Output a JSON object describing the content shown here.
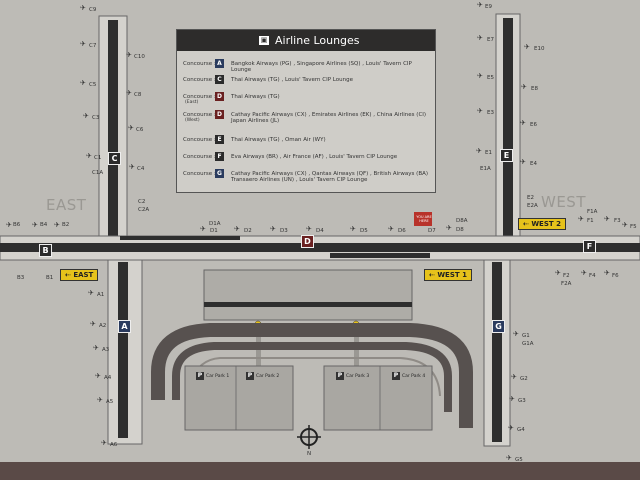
{
  "panel": {
    "title": "Airline Lounges",
    "prefix": "Concourse :",
    "rows": [
      {
        "letter": "A",
        "sub": "",
        "text": "Bangkok Airways (PG) , Singapore Airlines (SQ) , Louis' Tavern CIP Lounge"
      },
      {
        "letter": "C",
        "sub": "",
        "text": "Thai Airways (TG) , Louis' Tavern CIP Lounge"
      },
      {
        "letter": "D",
        "sub": "(East)",
        "text": "Thai Airways (TG)"
      },
      {
        "letter": "D",
        "sub": "(West)",
        "text": "Cathay Pacific Airways (CX) , Emirates Airlines (EK) , China Airlines (CI) Japan Airlines (JL)"
      },
      {
        "letter": "E",
        "sub": "",
        "text": "Thai Airways (TG) , Oman Air (WY)"
      },
      {
        "letter": "F",
        "sub": "",
        "text": "Eva Airways (BR) , Air France (AF) , Louis' Tavern CIP Lounge"
      },
      {
        "letter": "G",
        "sub": "",
        "text": "Cathay Pacific Airways (CX) , Qantas Airways (QF) , British Airways (BA) Transaero Airlines (UN) , Louis' Tavern CIP Lounge"
      }
    ]
  },
  "map": {
    "east": "EAST",
    "west": "WEST",
    "compass": "N",
    "you_are_here": "YOU ARE HERE",
    "signs": {
      "east": "EAST",
      "west1": "WEST 1",
      "west2": "WEST 2"
    },
    "concourses": {
      "a": "A",
      "b": "B",
      "c": "C",
      "d": "D",
      "e": "E",
      "f": "F",
      "g": "G"
    },
    "parking": [
      {
        "letter": "P",
        "text": "Car Park 1"
      },
      {
        "letter": "P",
        "text": "Car Park 2"
      },
      {
        "letter": "P",
        "text": "Car Park 3"
      },
      {
        "letter": "P",
        "text": "Car Park 4"
      }
    ]
  },
  "gates": {
    "c": [
      "C9",
      "C7",
      "C10",
      "C5",
      "C8",
      "C3",
      "C6",
      "C1",
      "C4",
      "C1A",
      "C2",
      "C2A"
    ],
    "b": [
      "B6",
      "B4",
      "B2",
      "B3",
      "B1"
    ],
    "a": [
      "A1",
      "A2",
      "A3",
      "A4",
      "A5",
      "A6"
    ],
    "d": [
      "D1A",
      "D1",
      "D2",
      "D3",
      "D4",
      "D5",
      "D6",
      "D7",
      "D8A",
      "D8"
    ],
    "e": [
      "E9",
      "E7",
      "E10",
      "E5",
      "E8",
      "E3",
      "E6",
      "E1",
      "E4",
      "E1A",
      "E2",
      "E2A"
    ],
    "f": [
      "F1A",
      "F1",
      "F3",
      "F5",
      "F2",
      "F4",
      "F6",
      "F2A"
    ],
    "g": [
      "G1",
      "G1A",
      "G2",
      "G3",
      "G4",
      "G5"
    ]
  }
}
